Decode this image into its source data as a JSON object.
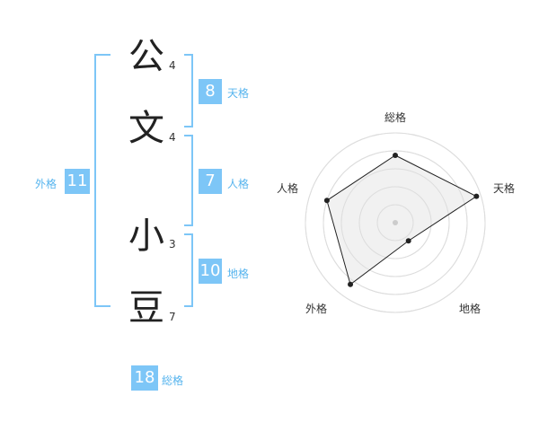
{
  "characters": [
    {
      "char": "公",
      "strokes": "4"
    },
    {
      "char": "文",
      "strokes": "4"
    },
    {
      "char": "小",
      "strokes": "3"
    },
    {
      "char": "豆",
      "strokes": "7"
    }
  ],
  "kaku": {
    "tenkaku": {
      "value": "8",
      "label": "天格"
    },
    "jinkaku": {
      "value": "7",
      "label": "人格"
    },
    "chikaku": {
      "value": "10",
      "label": "地格"
    },
    "gaikaku": {
      "value": "11",
      "label": "外格"
    },
    "soukaku": {
      "value": "18",
      "label": "総格"
    }
  },
  "radar": {
    "axes": [
      "総格",
      "天格",
      "地格",
      "外格",
      "人格"
    ],
    "levels": 5,
    "values": [
      0.75,
      0.95,
      0.25,
      0.85,
      0.8
    ]
  },
  "colors": {
    "accent": "#7dc6f7",
    "label": "#56b4ee",
    "radar_fill": "#eeeeee",
    "radar_line": "#222222"
  }
}
